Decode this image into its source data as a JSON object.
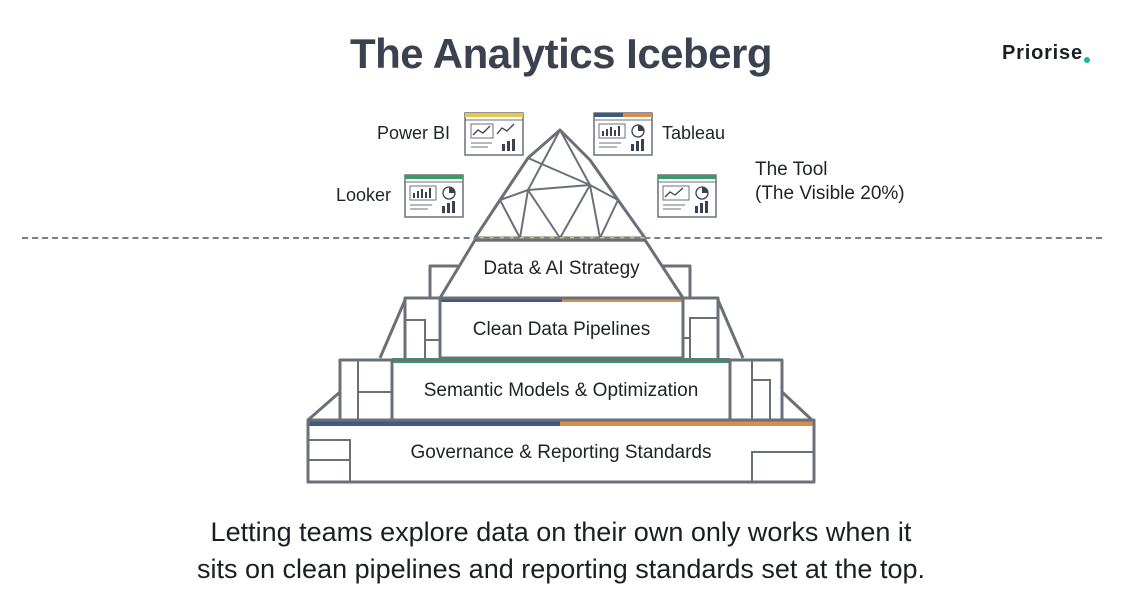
{
  "header": {
    "title": "The Analytics Iceberg",
    "brand": "Priorise"
  },
  "tools": {
    "power_bi": "Power BI",
    "tableau": "Tableau",
    "looker": "Looker"
  },
  "visible_tool": {
    "line1": "The Tool",
    "line2": "(The Visible 20%)"
  },
  "tiers": [
    "Data & AI Strategy",
    "Clean Data Pipelines",
    "Semantic Models & Optimization",
    "Governance & Reporting Standards"
  ],
  "caption": {
    "line1": "Letting teams explore data on their own only works when it",
    "line2": "sits on clean pipelines and reporting standards set at the top."
  },
  "colors": {
    "outline": "#6b7078",
    "navy": "#3d5a80",
    "orange": "#d98c4f",
    "green": "#3a9a6a",
    "yellow": "#e5c84a",
    "brand_dot": "#1bb3a6"
  },
  "icons": [
    "dashboard-icon",
    "bar-chart-icon",
    "pie-chart-icon",
    "line-chart-icon"
  ]
}
